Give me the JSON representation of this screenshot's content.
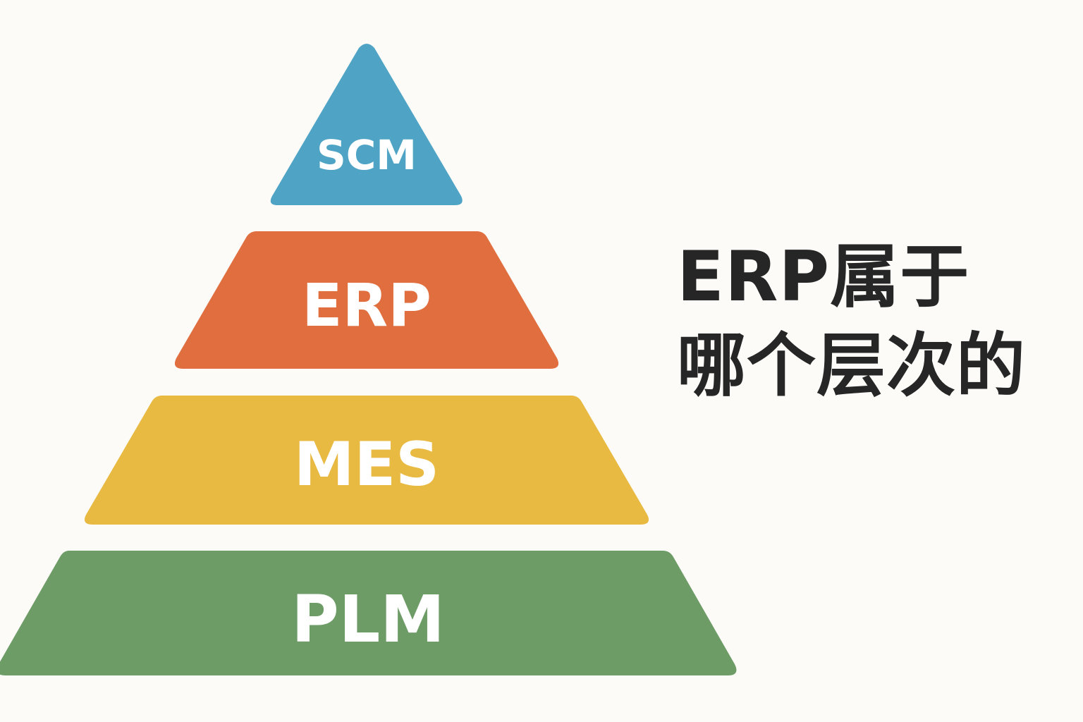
{
  "pyramid": {
    "layers": [
      {
        "label": "SCM",
        "color": "#4fa4c6"
      },
      {
        "label": "ERP",
        "color": "#e06e3e"
      },
      {
        "label": "MES",
        "color": "#e8ba42"
      },
      {
        "label": "PLM",
        "color": "#6d9c67"
      }
    ]
  },
  "question": {
    "line1": "ERP属于",
    "line2": "哪个层次的"
  }
}
